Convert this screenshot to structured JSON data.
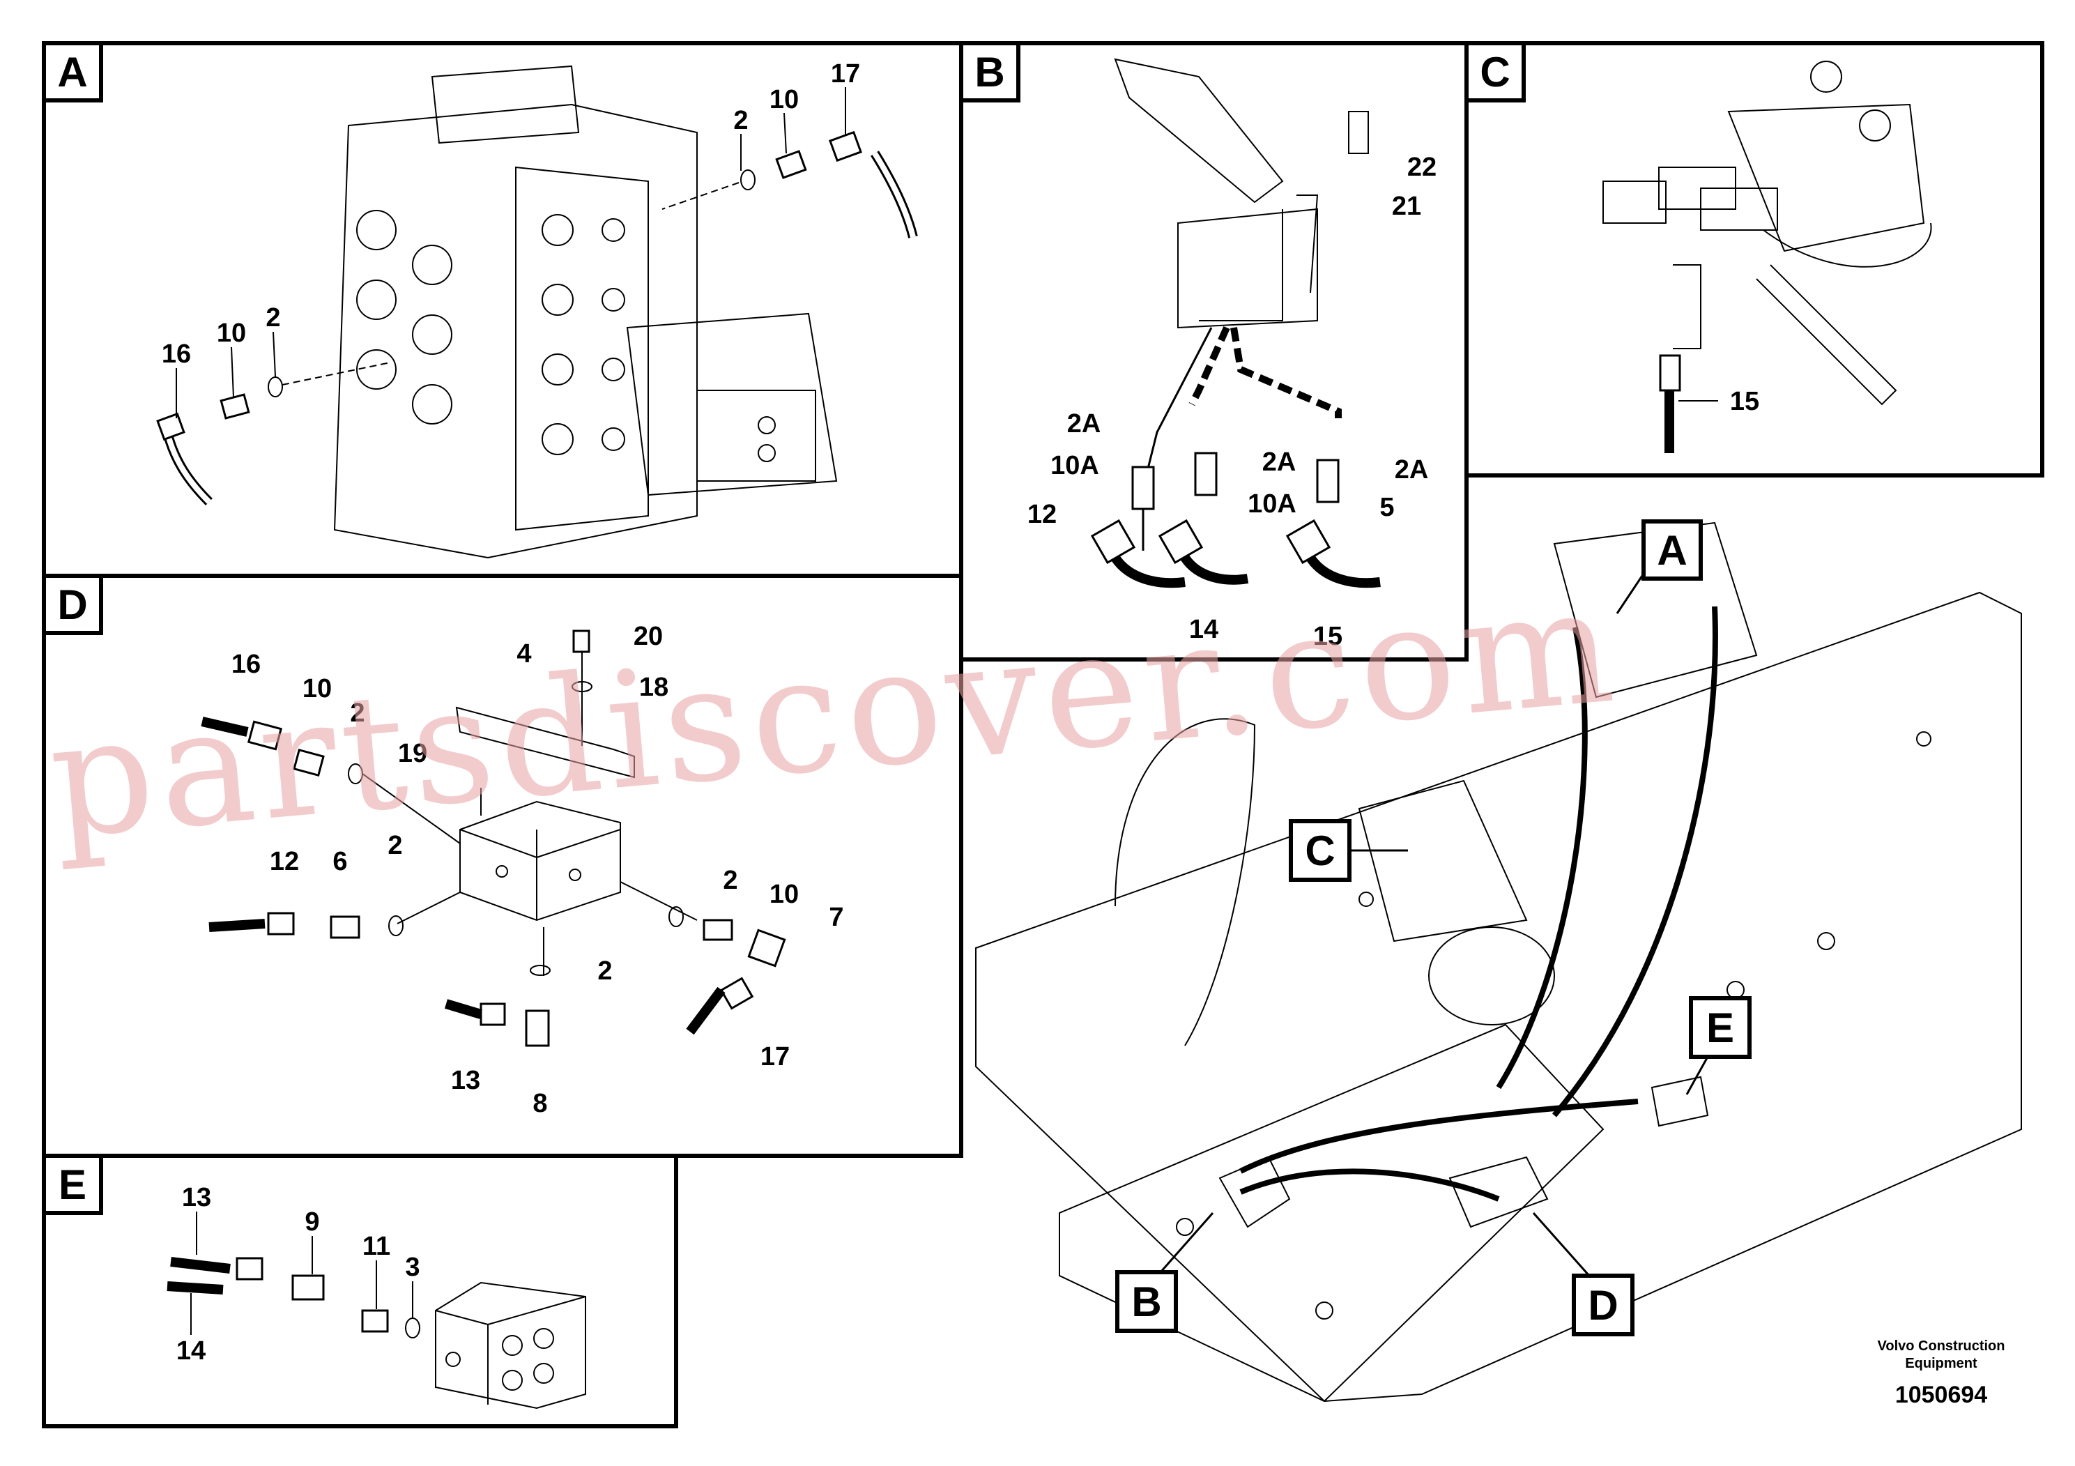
{
  "panels": {
    "A": {
      "letter": "A",
      "labels": [
        "2",
        "10",
        "17",
        "16",
        "10",
        "2"
      ]
    },
    "B": {
      "letter": "B",
      "labels": [
        "22",
        "21",
        "2A",
        "10A",
        "12",
        "2A",
        "10A",
        "14",
        "2A",
        "5",
        "15"
      ]
    },
    "C": {
      "letter": "C",
      "labels": [
        "15"
      ]
    },
    "D": {
      "letter": "D",
      "labels": [
        "16",
        "10",
        "2",
        "4",
        "20",
        "18",
        "19",
        "12",
        "6",
        "2",
        "2",
        "10",
        "7",
        "2",
        "13",
        "8",
        "17"
      ]
    },
    "E": {
      "letter": "E",
      "labels": [
        "13",
        "9",
        "11",
        "3",
        "14"
      ]
    }
  },
  "overview_callouts": [
    "A",
    "C",
    "E",
    "B",
    "D"
  ],
  "watermark": "partsdiscover.com",
  "credit": {
    "line1": "Volvo Construction",
    "line2": "Equipment"
  },
  "document_number": "1050694"
}
